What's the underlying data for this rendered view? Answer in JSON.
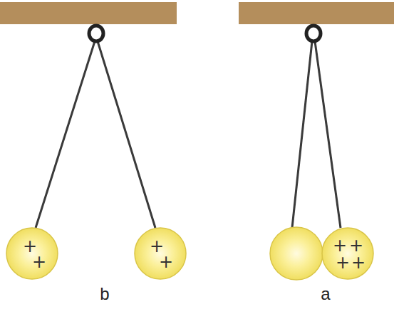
{
  "diagram": {
    "nodes": [
      {
        "text": [
          "+",
          "+"
        ]
      },
      {
        "text": [
          "+",
          "+"
        ]
      },
      {
        "text": [
          "+",
          "+",
          "+",
          "+"
        ]
      }
    ],
    "edges": [],
    "labels": [
      "b",
      "a"
    ]
  }
}
